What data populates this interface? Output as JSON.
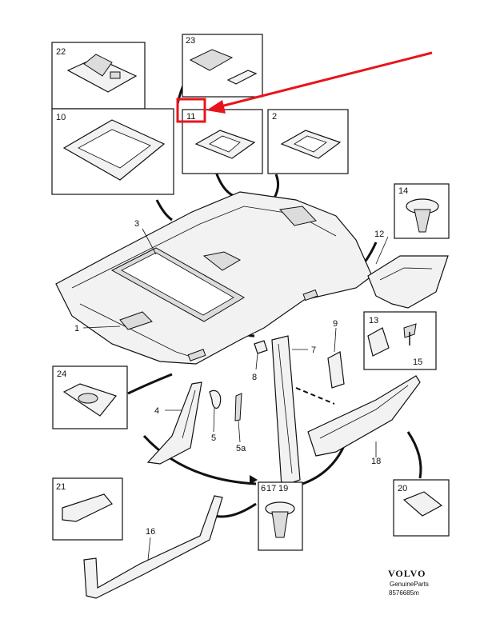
{
  "callouts": {
    "c22": "22",
    "c23": "23",
    "c10": "10",
    "c11": "11",
    "c2": "2",
    "c14": "14",
    "c12": "12",
    "c3": "3",
    "c1": "1",
    "c9": "9",
    "c13": "13",
    "c15": "15",
    "c7": "7",
    "c8": "8",
    "c24": "24",
    "c4": "4",
    "c5": "5",
    "c5a": "5a",
    "c18": "18",
    "c21": "21",
    "c6": "6",
    "c17": "17",
    "c19": "19",
    "c20": "20",
    "c16": "16"
  },
  "brand": {
    "name": "VOLVO",
    "subtitle": "GenuineParts",
    "code": "8576685m"
  },
  "colors": {
    "highlight": "#e8141c",
    "line": "#111111",
    "part_fill": "#f2f2f2"
  }
}
